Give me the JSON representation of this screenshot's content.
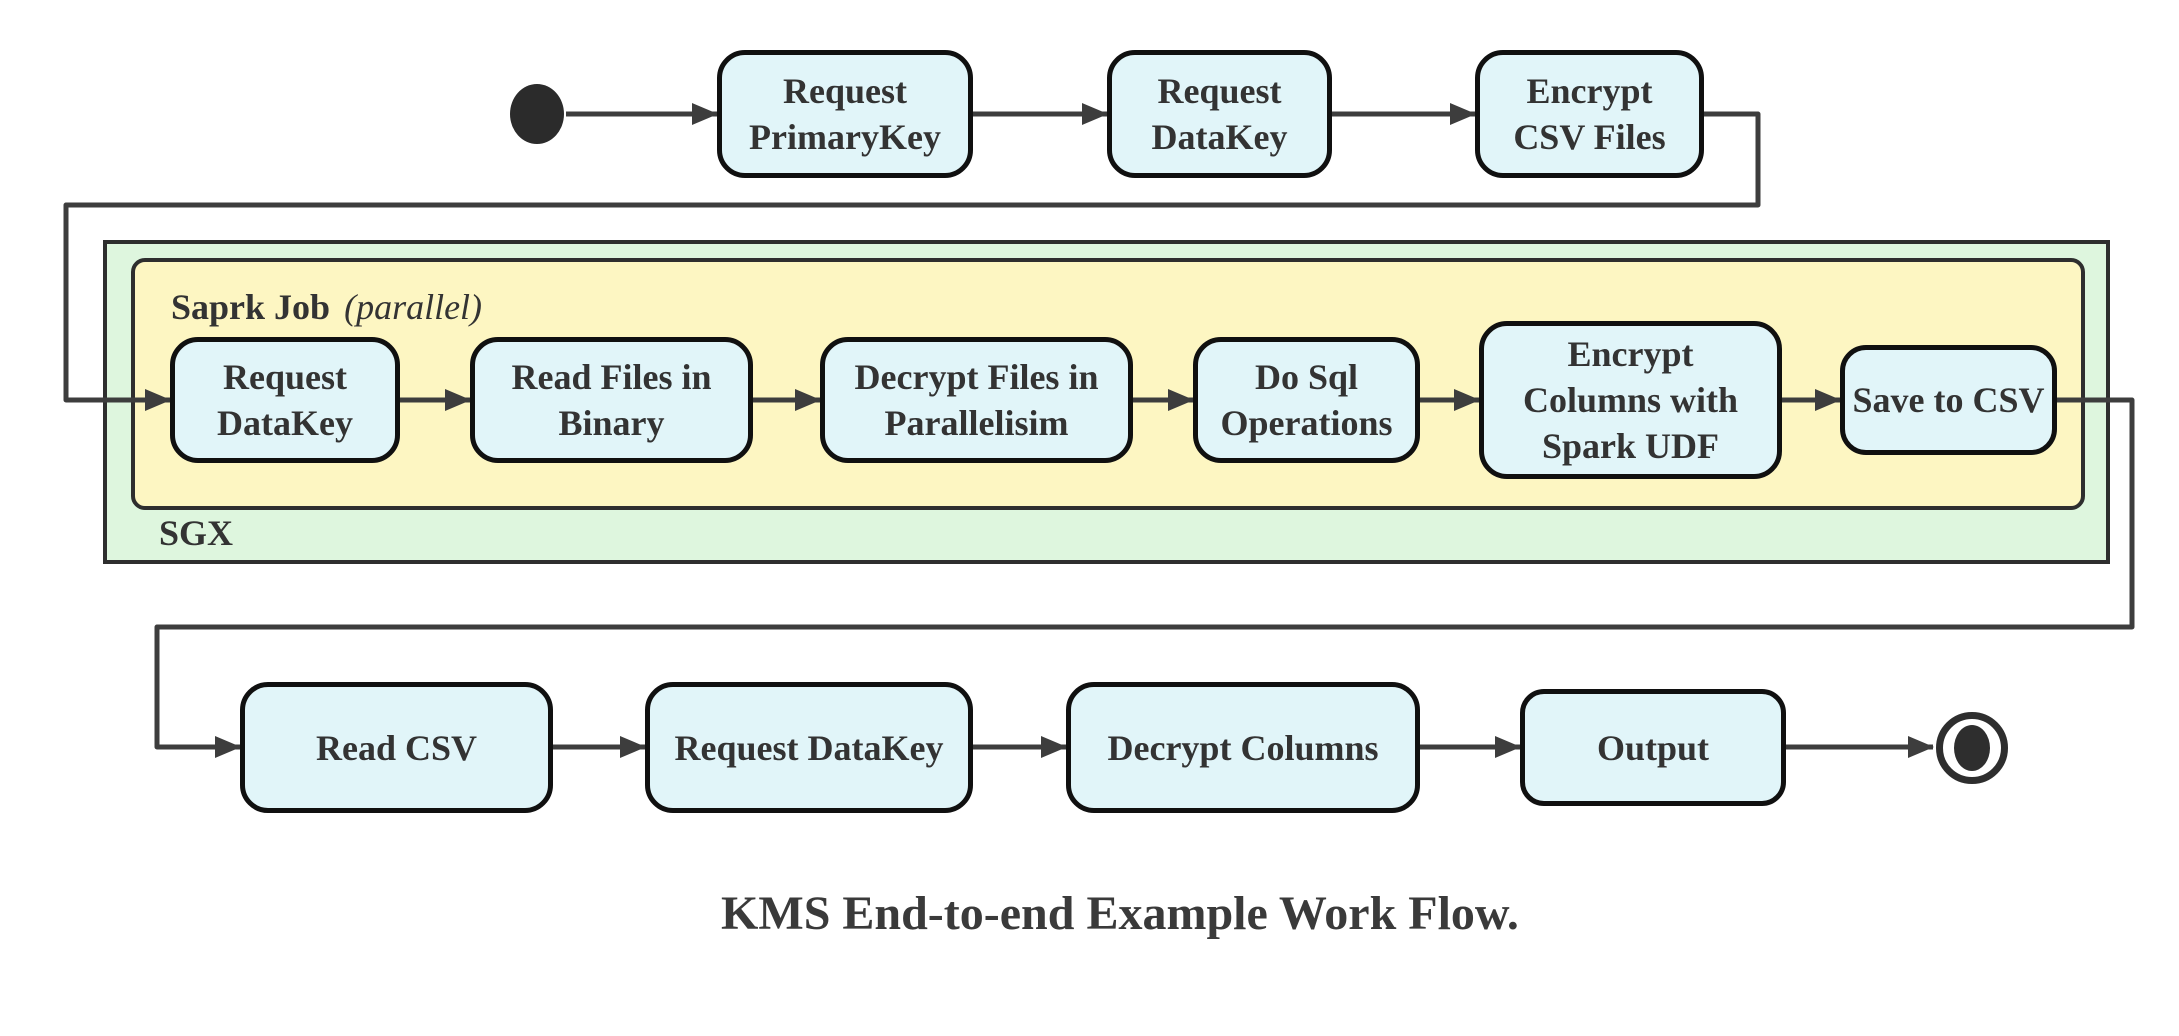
{
  "caption": "KMS End-to-end Example Work Flow.",
  "containers": {
    "sgx": {
      "label": "SGX"
    },
    "spark_job": {
      "label": "Saprk Job",
      "qualifier": "(parallel)"
    }
  },
  "nodes": {
    "request_primarykey": "Request\nPrimaryKey",
    "request_datakey_top": "Request\nDataKey",
    "encrypt_csv_files": "Encrypt\nCSV Files",
    "request_datakey_mid": "Request\nDataKey",
    "read_files_in_binary": "Read Files in\nBinary",
    "decrypt_files_in_parallelisim": "Decrypt Files in\nParallelisim",
    "do_sql_operations": "Do Sql\nOperations",
    "encrypt_columns_with_spark_udf": "Encrypt\nColumns with\nSpark UDF",
    "save_to_csv": "Save to CSV",
    "read_csv": "Read CSV",
    "request_datakey_bottom": "Request DataKey",
    "decrypt_columns": "Decrypt Columns",
    "output": "Output"
  },
  "colors": {
    "node_fill": "#e1f5f9",
    "node_border": "#101010",
    "sgx_fill": "#def6de",
    "spark_fill": "#fdf6c2",
    "container_border": "#2e2e2e",
    "connector": "#3d3d3d",
    "text": "#333333"
  }
}
